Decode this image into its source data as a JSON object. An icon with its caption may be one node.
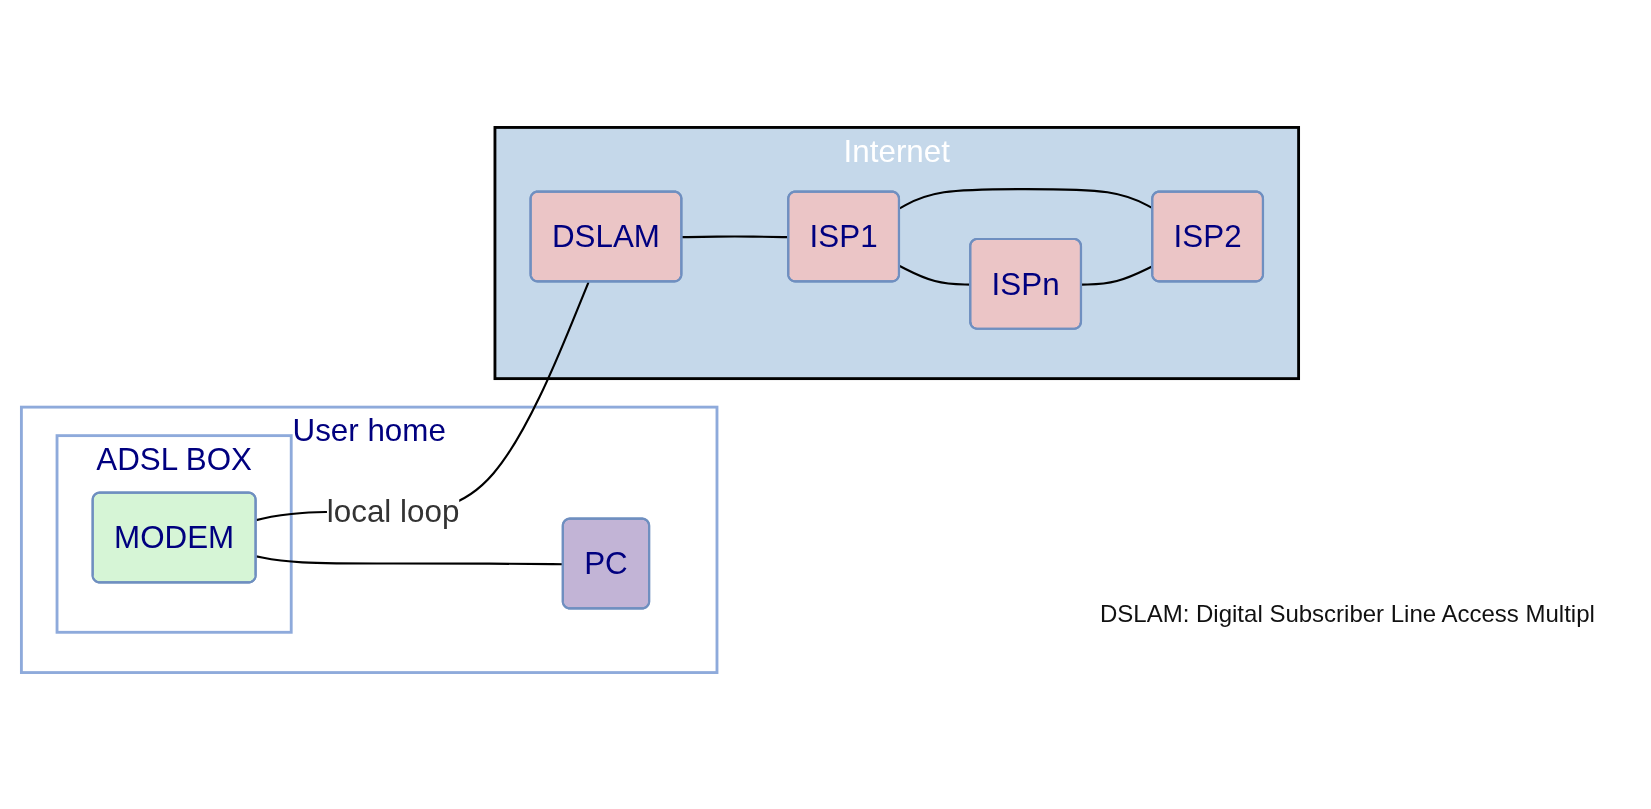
{
  "diagram": {
    "nodes": [
      {
        "text": [
          "User home"
        ]
      },
      {
        "text": [
          "ADSL BOX"
        ],
        "in": 0
      },
      {
        "text": [
          "MODEM"
        ],
        "in": 1
      },
      {
        "text": [
          "PC"
        ],
        "in": 0
      },
      {
        "text": [
          "Internet"
        ]
      },
      {
        "text": [
          "ISPn"
        ],
        "in": 4
      },
      {
        "text": [
          "DSLAM"
        ],
        "in": 4
      },
      {
        "text": [
          "ISP1"
        ],
        "in": 4
      },
      {
        "text": [
          "ISP2"
        ],
        "in": 4
      }
    ],
    "edges": [
      {
        "from": 2,
        "to": 3,
        "arrow": "none"
      },
      {
        "from": 2,
        "to": 6,
        "arrow": "none",
        "label": "local loop"
      },
      {
        "from": 6,
        "to": 7,
        "arrow": "none"
      },
      {
        "from": 7,
        "to": 8,
        "arrow": "none"
      },
      {
        "from": 7,
        "to": 5,
        "arrow": "none"
      },
      {
        "from": 5,
        "to": 8,
        "arrow": "none"
      }
    ],
    "labels": [
      "DSLAM: Digital Subscriber Line Access Multipl"
    ]
  }
}
